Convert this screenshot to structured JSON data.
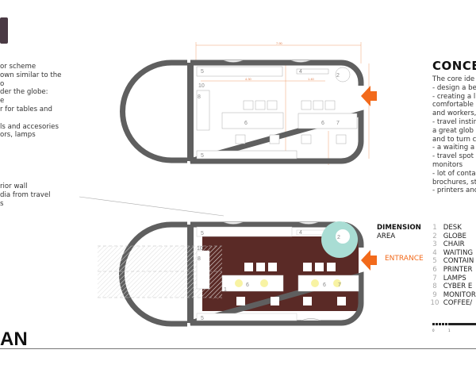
{
  "left_notes": {
    "lines_top": [
      "or scheme",
      "own similar to the",
      "o",
      "der the globe:",
      "e",
      "r for tables and",
      "",
      "ls and accesories",
      "ors, lamps"
    ],
    "lines_bottom": [
      "rior wall",
      "dia from travel",
      "s"
    ]
  },
  "concept": {
    "title": "CONCE",
    "lines": [
      "The core ide",
      "- design a be",
      "- creating a l",
      "comfortable",
      "and workers,",
      "- travel instin",
      "a great glob",
      "and to turn c",
      "- a waiting a",
      "- travel spot",
      "monitors",
      "- lot of conta",
      "brochures, st",
      "- printers anc"
    ]
  },
  "dimension": {
    "title": "DIMENSION",
    "area_label": "AREA"
  },
  "entrance_label": "ENTRANCE",
  "legend": [
    {
      "num": "1",
      "label": "DESK"
    },
    {
      "num": "2",
      "label": "GLOBE"
    },
    {
      "num": "3",
      "label": "CHAIR"
    },
    {
      "num": "4",
      "label": "WAITING"
    },
    {
      "num": "5",
      "label": "CONTAIN"
    },
    {
      "num": "6",
      "label": "PRINTER"
    },
    {
      "num": "7",
      "label": "LAMPS"
    },
    {
      "num": "8",
      "label": "CYBER E"
    },
    {
      "num": "9",
      "label": "MONITOR"
    },
    {
      "num": "10",
      "label": "COFFEE/"
    }
  ],
  "scale": {
    "start": "0",
    "mark": "1"
  },
  "plan_title": "AN",
  "top_plan": {
    "dims": {
      "overall": "7.90",
      "a": "4.30",
      "b": "1.40"
    },
    "tags": {
      "container": "5",
      "waiting": "4",
      "globe": "2",
      "coffee": "10",
      "cyber": "8",
      "printer": "6",
      "lamps": "7"
    }
  },
  "bottom_plan": {
    "tags": {
      "container": "5",
      "waiting": "4",
      "globe": "2",
      "coffee": "10",
      "cyber": "8",
      "printer": "6",
      "lamps": "7",
      "desk": "1"
    }
  },
  "colors": {
    "accent": "#f26a1b",
    "floor": "#5a2a26",
    "globe": "#a9ddd4",
    "wall": "#5f5f5f"
  }
}
